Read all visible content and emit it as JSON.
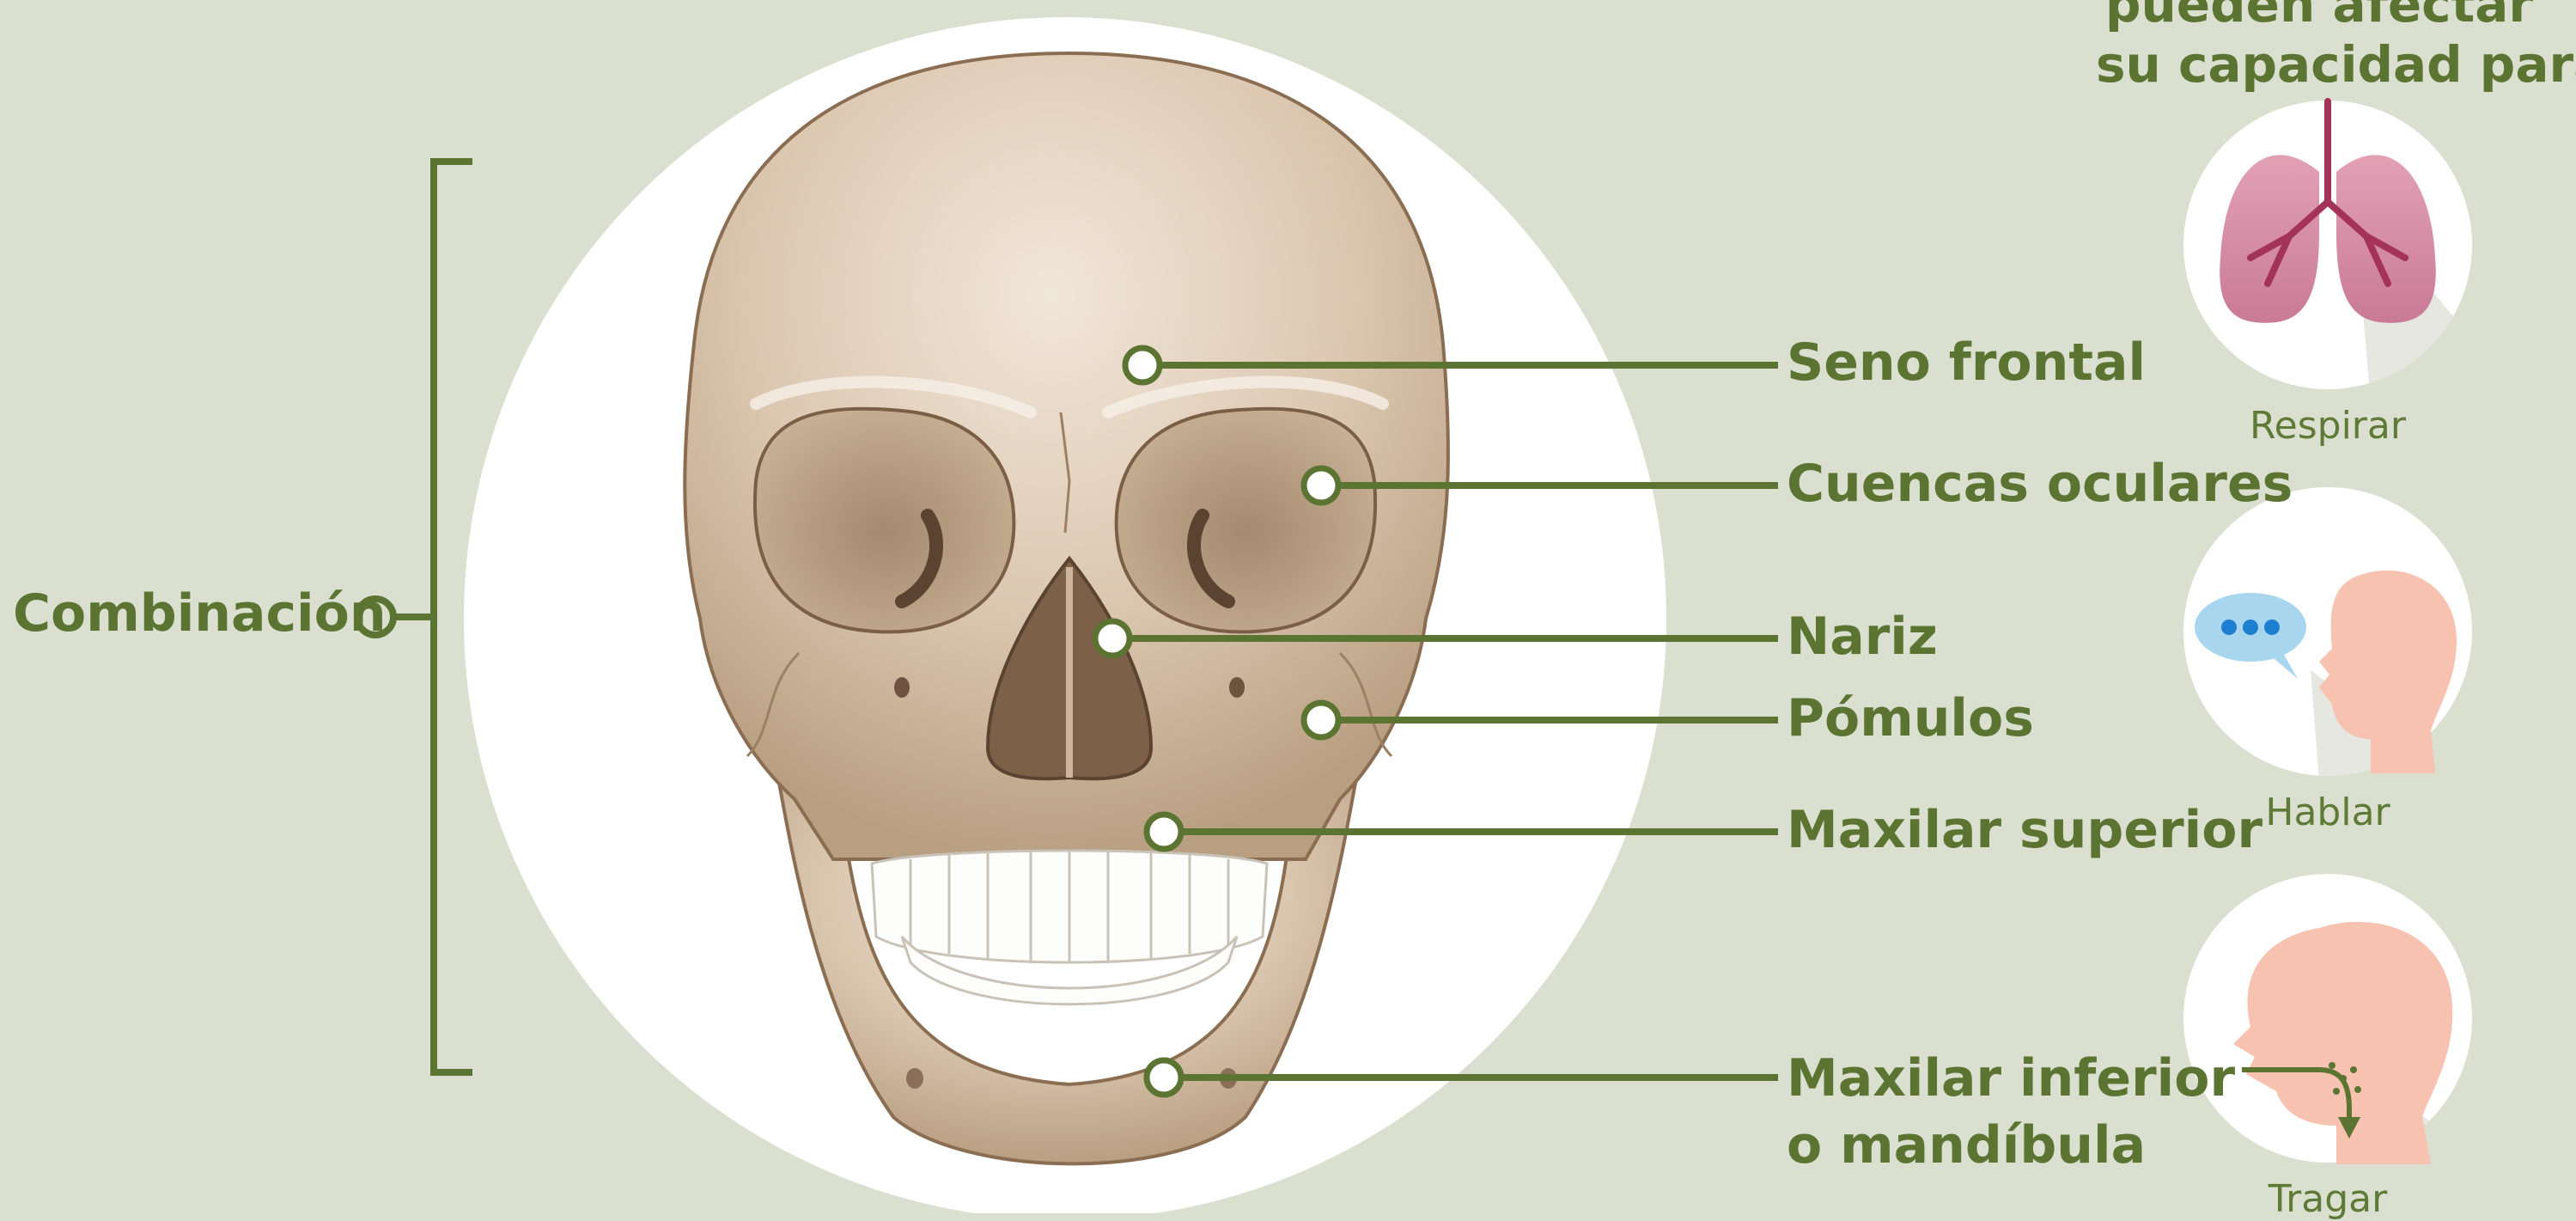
{
  "heading": {
    "line1": "pueden afectar",
    "line2": "su capacidad para:"
  },
  "group_label": "Combinación",
  "labels": {
    "frontal_sinus": "Seno frontal",
    "eye_sockets": "Cuencas oculares",
    "nose": "Nariz",
    "cheekbones": "Pómulos",
    "upper_jaw": "Maxilar superior",
    "lower_jaw_line1": "Maxilar inferior",
    "lower_jaw_line2": "o mandíbula"
  },
  "functions": [
    {
      "label": "Respirar",
      "icon": "lungs-icon"
    },
    {
      "label": "Hablar",
      "icon": "speaking-head-icon"
    },
    {
      "label": "Tragar",
      "icon": "swallowing-head-icon"
    }
  ],
  "colors": {
    "background": "#dadfd0",
    "accent_green": "#5c7432",
    "bone": "#d9c5ae",
    "lungs": "#d38ba4",
    "skin": "#f7c2b0",
    "speech_bubble": "#a9d6ef"
  }
}
